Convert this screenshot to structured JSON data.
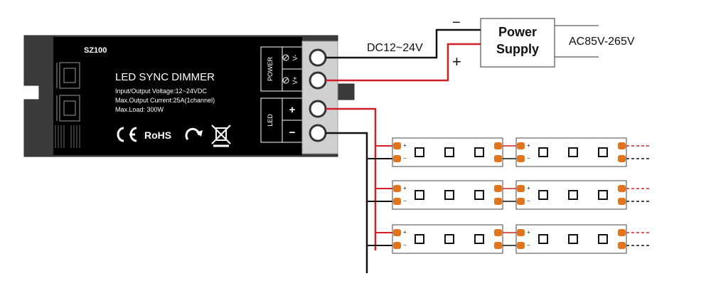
{
  "device": {
    "model": "SZ100",
    "name": "LED SYNC DIMMER",
    "specs": [
      "Input/Output Voltage:12~24VDC",
      "Max.Output Current:25A(1channel)",
      "Max.Load: 300W"
    ],
    "logos": [
      "CE",
      "RoHS",
      "recycle",
      "weee-bin"
    ],
    "terminal_groups": [
      {
        "label": "POWER",
        "pins": [
          "V-",
          "V+"
        ]
      },
      {
        "label": "LED",
        "pins": [
          "+",
          "−"
        ]
      }
    ]
  },
  "power_supply": {
    "title_line1": "Power",
    "title_line2": "Supply",
    "input_label": "AC85V-265V",
    "output_label": "DC12~24V",
    "minus_symbol": "−",
    "plus_symbol": "+"
  },
  "strips": {
    "rows": 3,
    "segments_per_row": 2,
    "leds_per_segment": 3,
    "pad_plus": "+",
    "pad_minus": "−"
  },
  "colors": {
    "device_body": "#3d3d3d",
    "device_face": "#000000",
    "terminal_block": "#cfcfcf",
    "wire_positive": "#d21f26",
    "wire_negative": "#111111",
    "pad_copper": "#e0751d"
  }
}
